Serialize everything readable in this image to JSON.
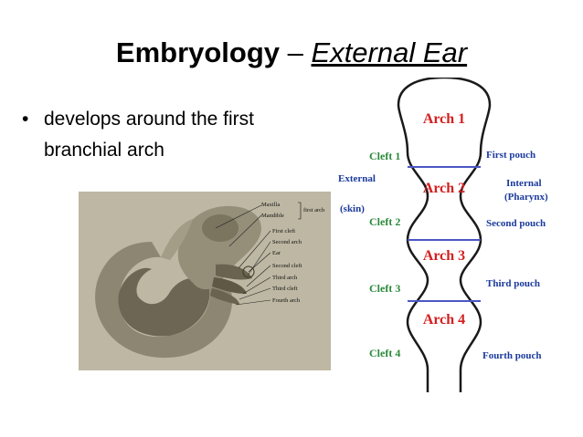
{
  "slide": {
    "title_main": "Embryology",
    "title_dash": " – ",
    "title_sub": "External Ear",
    "bullet": "develops around the first branchial arch"
  },
  "photo_labels": {
    "maxilla": "Maxilla",
    "mandible": "Mandible",
    "first_arch": "first arch",
    "first_cleft": "First cleft",
    "second_arch": "Second arch",
    "ear": "Ear",
    "second_cleft": "Second cleft",
    "third_arch": "Third arch",
    "third_cleft": "Third cleft",
    "fourth_arch": "Fourth arch"
  },
  "diagram": {
    "arches": [
      "Arch 1",
      "Arch 2",
      "Arch 3",
      "Arch 4"
    ],
    "clefts": [
      "Cleft 1",
      "Cleft 2",
      "Cleft 3",
      "Cleft 4"
    ],
    "pouches": [
      "First pouch",
      "Second pouch",
      "Third pouch",
      "Fourth pouch"
    ],
    "external": "External",
    "skin": "(skin)",
    "internal": "Internal",
    "pharynx": "(Pharynx)"
  },
  "colors": {
    "arch_text": "#d42020",
    "cleft_text": "#2a8a3a",
    "pouch_text": "#1a3a9c",
    "divider": "#4a57c4"
  }
}
